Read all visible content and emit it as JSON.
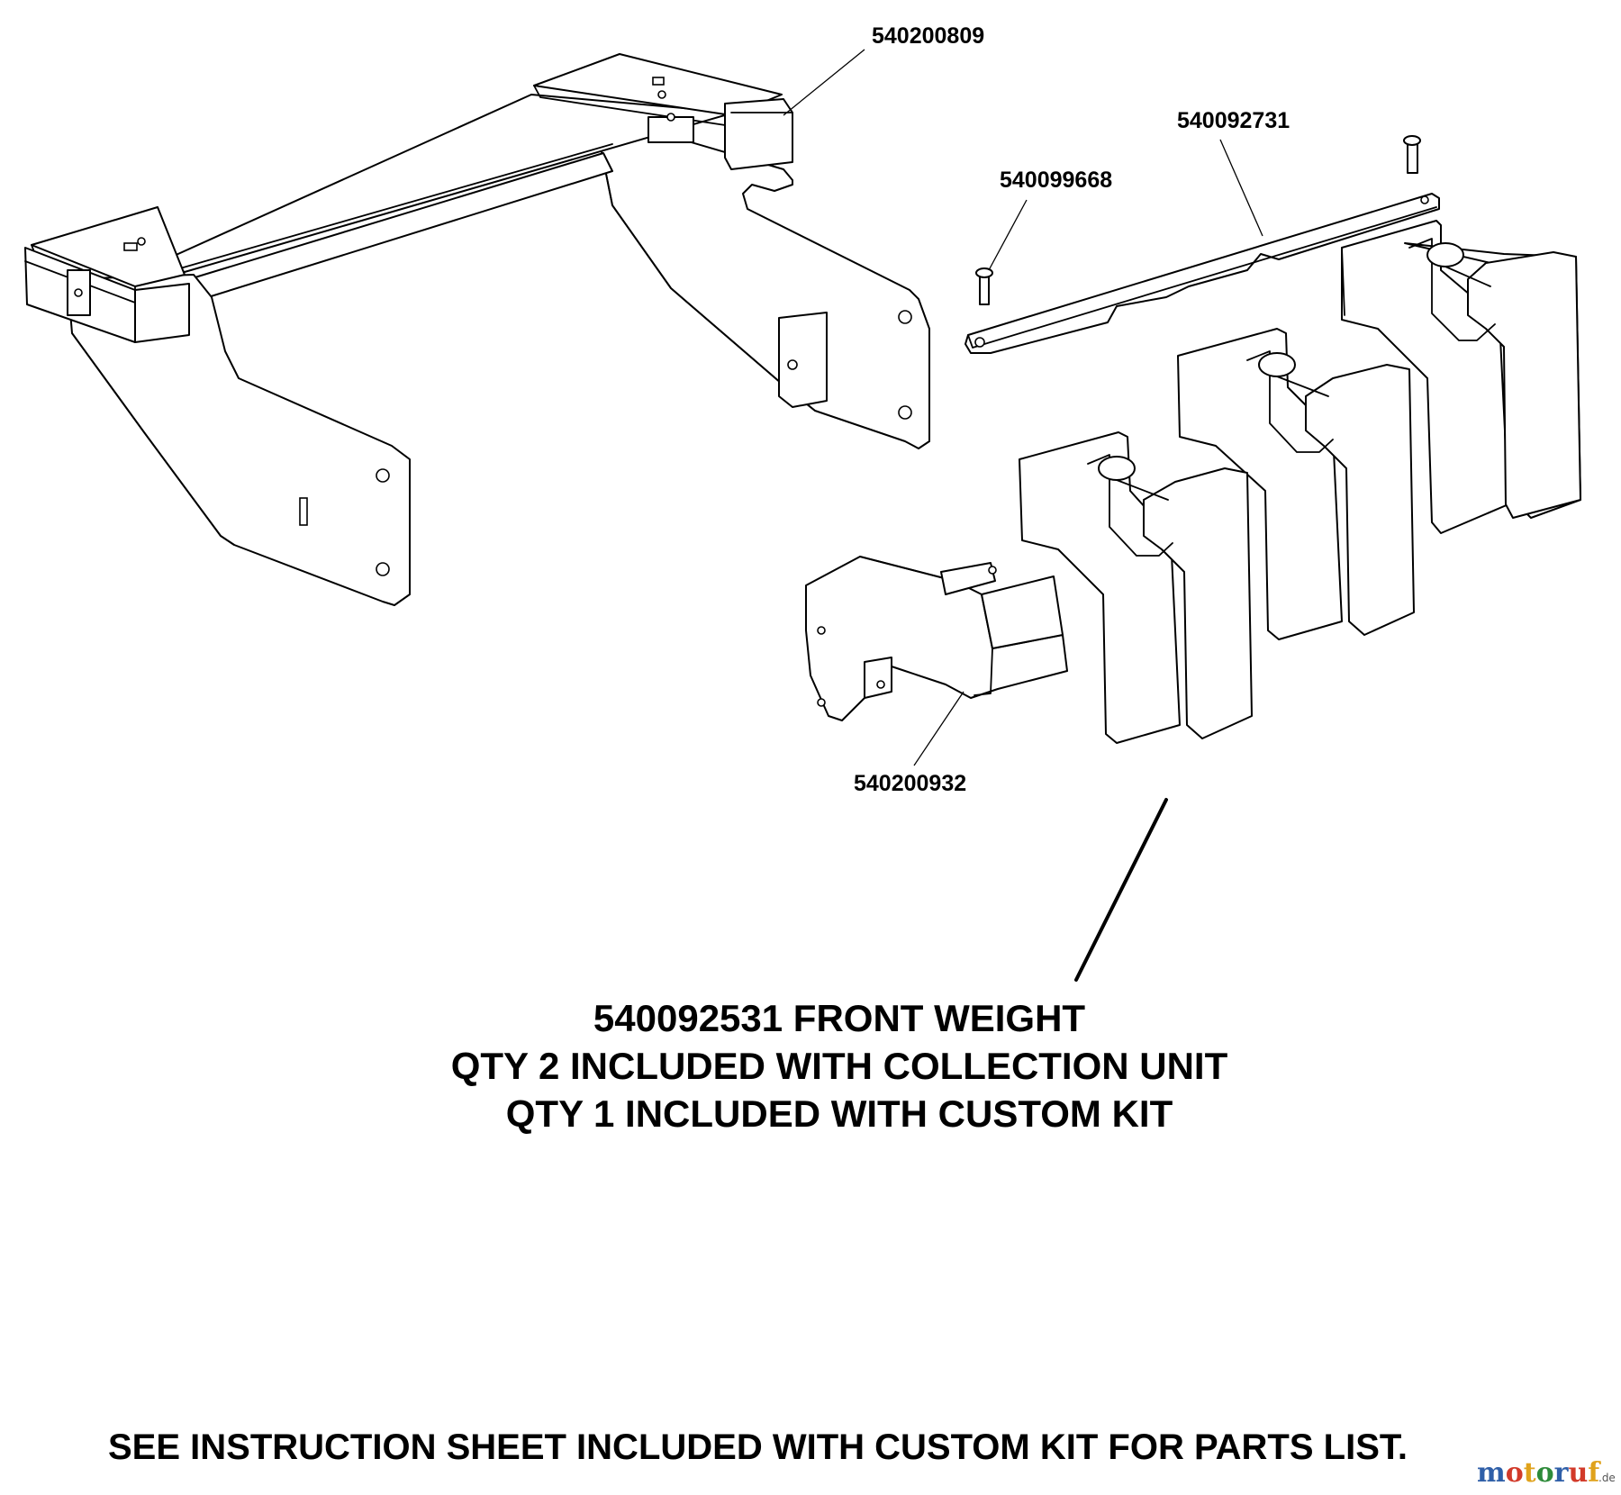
{
  "callouts": {
    "bracket": "540200809",
    "bar": "540092731",
    "pin": "540099668",
    "weight_bracket": "540200932"
  },
  "note": {
    "line1": "540092531 FRONT WEIGHT",
    "line2": "QTY 2 INCLUDED WITH COLLECTION UNIT",
    "line3": "QTY 1 INCLUDED WITH CUSTOM KIT"
  },
  "footer": "SEE INSTRUCTION SHEET INCLUDED WITH CUSTOM KIT FOR PARTS LIST.",
  "watermark": {
    "letters": [
      "m",
      "o",
      "t",
      "o",
      "r",
      "u",
      "f"
    ],
    "letter_colors": [
      "#2f5fa8",
      "#d23a2a",
      "#e0a21b",
      "#2e8b3a",
      "#2f5fa8",
      "#d23a2a",
      "#e0a21b"
    ],
    "suffix": ".de"
  }
}
